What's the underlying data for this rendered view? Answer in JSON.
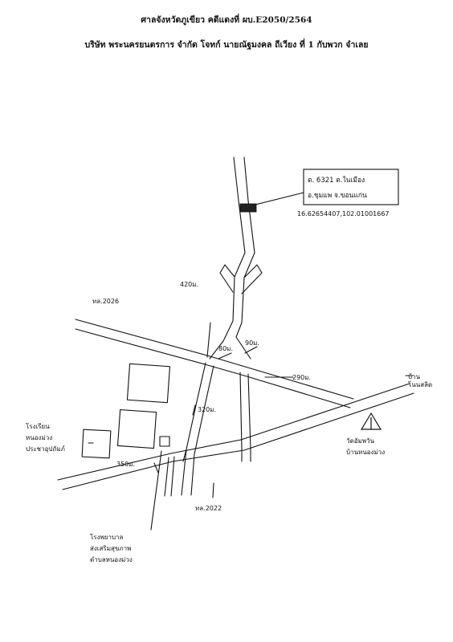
{
  "header": {
    "line1": "ศาลจังหวัดภูเขียว คดีแดงที่ ผบ.E2050/2564",
    "line2": "บริษัท พระนครยนตรการ จำกัด โจทก์ นายณัฐมงคล ถีเวียง ที่ 1 กับพวก จำเลย"
  },
  "map": {
    "target_box": {
      "line1": "ต. 6321 ต.ในเมือง",
      "line2": "อ.ชุมแพ จ.ขอนแก่น"
    },
    "coordinates": "16.62654407,102.01001667",
    "road_labels": {
      "north_road": "ทล.2026",
      "south_road": "ทล.2022",
      "east_destination": [
        "บ้าน",
        "โนนสลิด"
      ]
    },
    "distances": {
      "d420": "420ม.",
      "d80": "80ม.",
      "d90": "90ม.",
      "d290": "290ม.",
      "d320": "320ม.",
      "d350": "350ม."
    },
    "landmarks": {
      "school_left": [
        "โรงเรียน",
        "หนองม่วง",
        "ประชาอุปถัมภ์"
      ],
      "hospital": [
        "โรงพยาบาล",
        "ส่งเสริมสุขภาพ",
        "ตำบลหนองม่วง"
      ],
      "temple": [
        "วัดอัมพวัน",
        "บ้านหนองม่วง"
      ]
    }
  }
}
